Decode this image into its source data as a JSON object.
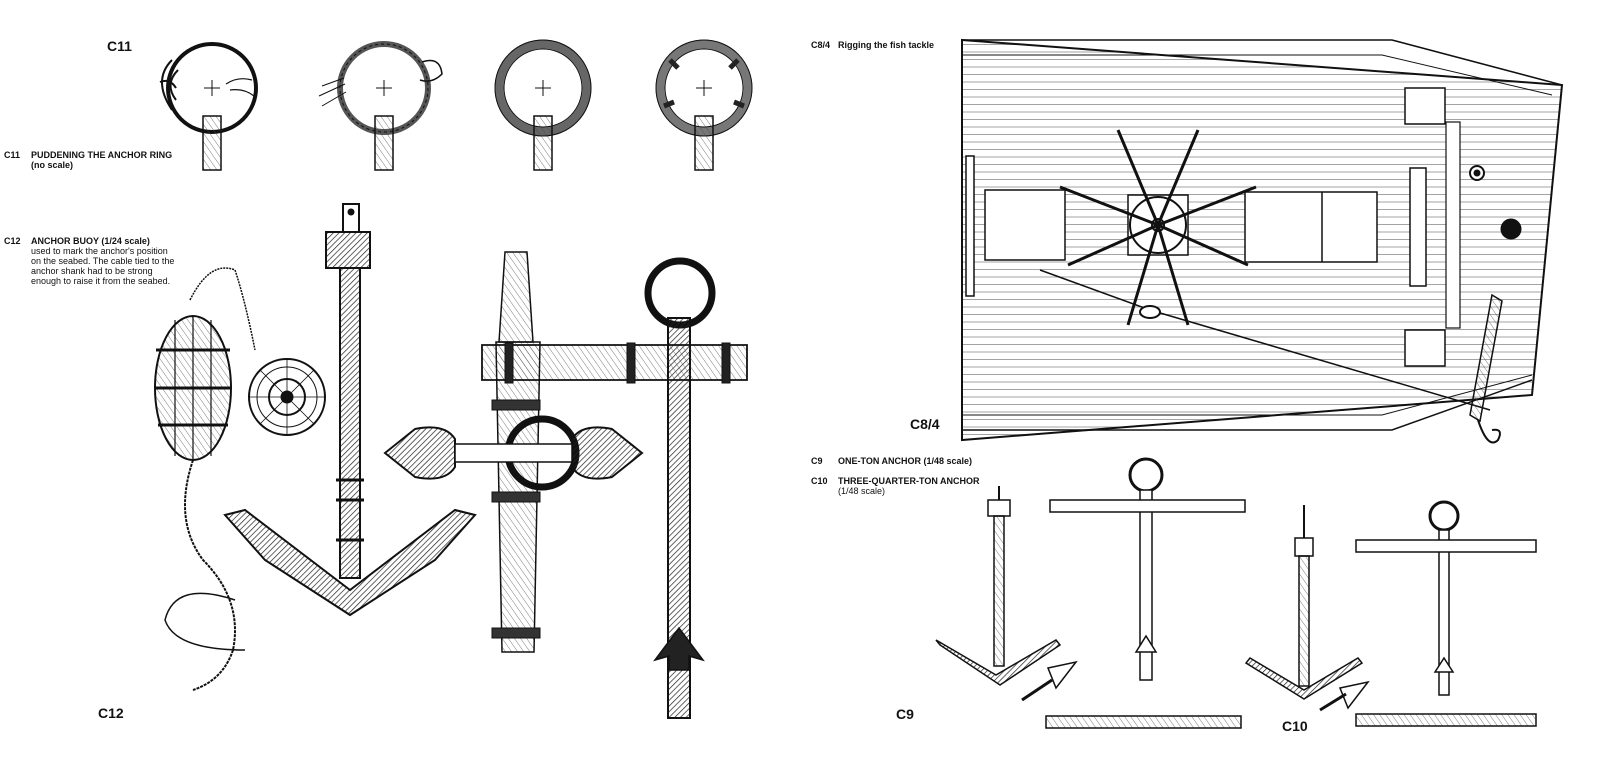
{
  "c11": {
    "label": "C11",
    "caption_num": "C11",
    "caption_title": "PUDDENING THE ANCHOR RING",
    "caption_sub": "(no scale)"
  },
  "c12": {
    "label": "C12",
    "caption_num": "C12",
    "caption_title": "ANCHOR BUOY (1/24 scale)",
    "caption_lines": [
      "used to mark the anchor's position",
      "on the seabed. The cable tied to the",
      "anchor shank had to be strong",
      "enough to raise it from the seabed."
    ]
  },
  "c84": {
    "caption_num": "C8/4",
    "caption_title": "Rigging the fish tackle",
    "label": "C8/4"
  },
  "c9": {
    "caption_num": "C9",
    "caption_title": "ONE-TON ANCHOR (1/48 scale)",
    "label": "C9"
  },
  "c10": {
    "caption_num": "C10",
    "caption_title": "THREE-QUARTER-TON ANCHOR",
    "caption_sub": "(1/48 scale)",
    "label": "C10"
  },
  "colors": {
    "ink": "#111111",
    "shade": "#333333",
    "paper": "#ffffff"
  }
}
